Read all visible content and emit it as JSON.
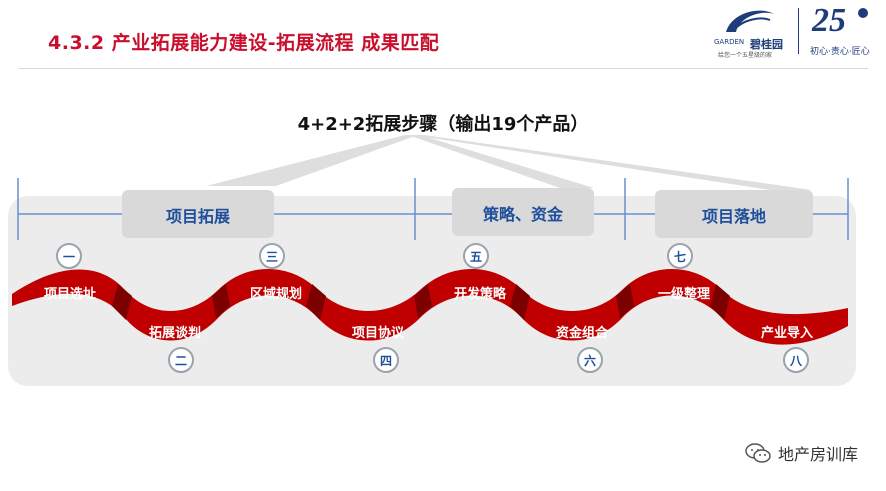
{
  "header": {
    "title": "4.3.2 产业拓展能力建设-拓展流程  成果匹配",
    "logo_brand": "碧桂园",
    "logo_brand_en": "GARDEN",
    "logo_brand_tagline": "给您一个五星级的家",
    "anniversary_number": "25",
    "anniversary_tagline": "初心·责心·匠心"
  },
  "diagram": {
    "subtitle": "4+2+2拓展步骤（输出19个产品）",
    "phases": [
      "项目拓展",
      "策略、资金",
      "项目落地"
    ],
    "steps": [
      {
        "label": "项目选址",
        "number": "一"
      },
      {
        "label": "拓展谈判",
        "number": "二"
      },
      {
        "label": "区域规划",
        "number": "三"
      },
      {
        "label": "项目协议",
        "number": "四"
      },
      {
        "label": "开发策略",
        "number": "五"
      },
      {
        "label": "资金组合",
        "number": "六"
      },
      {
        "label": "一级整理",
        "number": "七"
      },
      {
        "label": "产业导入",
        "number": "八"
      }
    ]
  },
  "footer": {
    "watermark": "地产房训库"
  },
  "colors": {
    "accent_red": "#c8102e",
    "phase_blue": "#1f4e9a",
    "panel_gray": "#ececec"
  }
}
